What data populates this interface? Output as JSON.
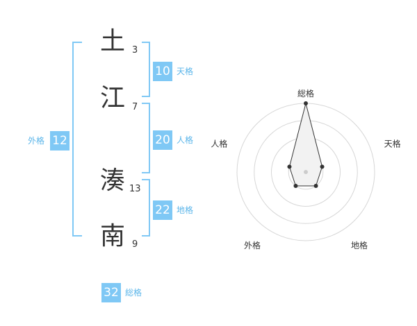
{
  "colors": {
    "accent": "#7fc8f5",
    "accent_label": "#5cb6ea",
    "text": "#333333",
    "ring": "#d6d6d6"
  },
  "name": {
    "characters": [
      {
        "char": "土",
        "strokes": "3"
      },
      {
        "char": "江",
        "strokes": "7"
      },
      {
        "char": "湊",
        "strokes": "13"
      },
      {
        "char": "南",
        "strokes": "9"
      }
    ]
  },
  "fortunes": {
    "tenkaku": {
      "value": "10",
      "label": "天格"
    },
    "jinkaku": {
      "value": "20",
      "label": "人格"
    },
    "chikaku": {
      "value": "22",
      "label": "地格"
    },
    "gaikaku": {
      "value": "12",
      "label": "外格"
    },
    "soukaku": {
      "value": "32",
      "label": "総格"
    }
  },
  "chart_data": {
    "type": "radar",
    "axes": [
      "総格",
      "天格",
      "地格",
      "外格",
      "人格"
    ],
    "values": [
      4,
      1,
      1,
      1,
      1
    ],
    "range": [
      0,
      4
    ],
    "rings": 4
  }
}
